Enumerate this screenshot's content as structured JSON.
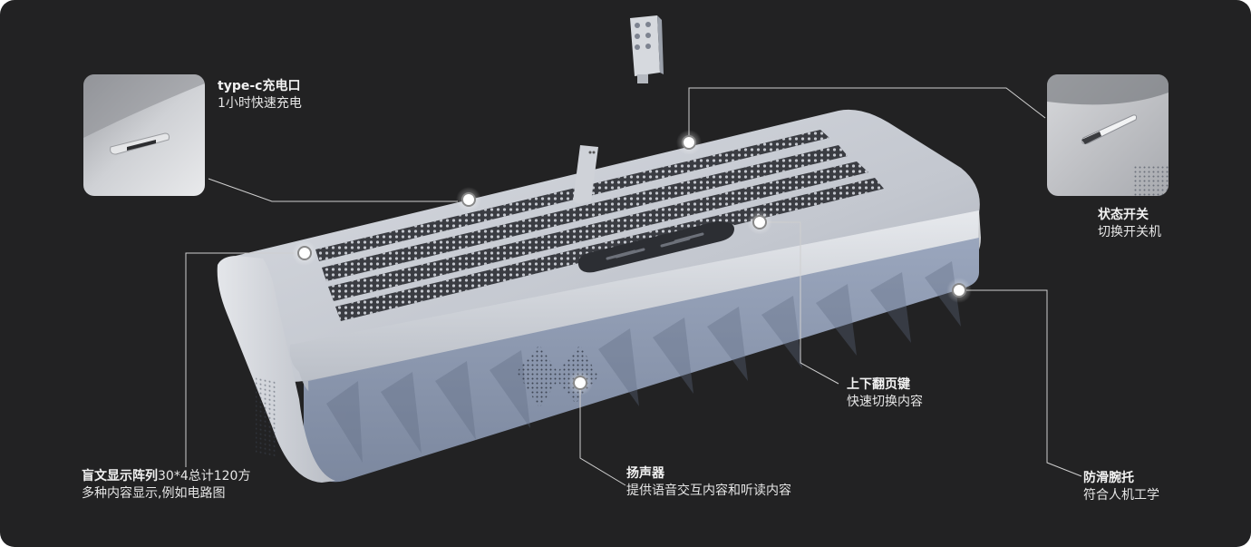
{
  "callouts": {
    "typec": {
      "title": "type-c充电口",
      "desc": "1小时快速充电"
    },
    "power": {
      "title": "状态开关",
      "desc": "切换开关机"
    },
    "braille": {
      "title": "盲文显示阵列",
      "title_suffix": "30*4总计120方",
      "desc": "多种内容显示,例如电路图"
    },
    "speaker": {
      "title": "扬声器",
      "desc": "提供语音交互内容和听读内容"
    },
    "page_keys": {
      "title": "上下翻页键",
      "desc": "快速切换内容"
    },
    "wrist": {
      "title": "防滑腕托",
      "desc": "符合人机工学"
    }
  },
  "colors": {
    "background": "#222223",
    "device_top": "#c9ccd2",
    "device_front": "#8d99b0",
    "braille_panel": "#3a3c42",
    "dot": "#c4c7ce",
    "leader_line": "#cfcfcf",
    "marker": "#ffffff"
  },
  "icons": [
    "braille-pin-module-icon",
    "stylus-icon"
  ]
}
